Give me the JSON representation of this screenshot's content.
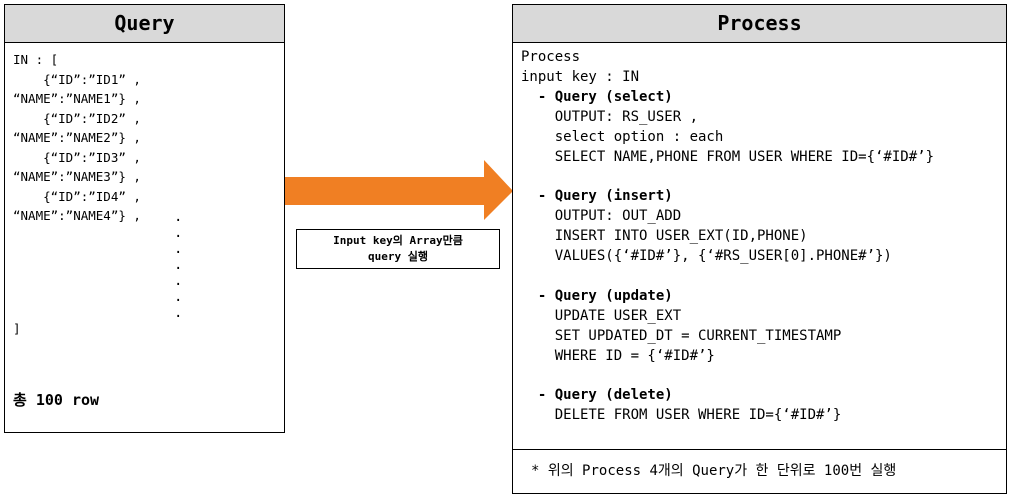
{
  "query_panel": {
    "title": "Query",
    "lines": [
      "IN : [",
      "    {“ID”:”ID1” ,",
      "“NAME”:”NAME1”} ,",
      "    {“ID”:”ID2” ,",
      "“NAME”:”NAME2”} ,",
      "    {“ID”:”ID3” ,",
      "“NAME”:”NAME3”} ,",
      "    {“ID”:”ID4” ,",
      "“NAME”:”NAME4”} ,"
    ],
    "close": "]",
    "total": "총 100 row"
  },
  "arrow": {
    "color": "#f07f23",
    "label_line1": "Input key의 Array만큼",
    "label_line2": "query 실행"
  },
  "process_panel": {
    "title": "Process",
    "body": [
      {
        "text": "Process",
        "bold": false
      },
      {
        "text": "input key : IN",
        "bold": false
      },
      {
        "text": "  - Query (select)",
        "bold": true
      },
      {
        "text": "    OUTPUT: RS_USER ,",
        "bold": false
      },
      {
        "text": "    select option : each",
        "bold": false
      },
      {
        "text": "    SELECT NAME,PHONE FROM USER WHERE ID={‘#ID#’}",
        "bold": false
      },
      {
        "text": "",
        "bold": false
      },
      {
        "text": "  - Query (insert)",
        "bold": true
      },
      {
        "text": "    OUTPUT: OUT_ADD",
        "bold": false
      },
      {
        "text": "    INSERT INTO USER_EXT(ID,PHONE)",
        "bold": false
      },
      {
        "text": "    VALUES({‘#ID#’}, {‘#RS_USER[0].PHONE#’})",
        "bold": false
      },
      {
        "text": "",
        "bold": false
      },
      {
        "text": "  - Query (update)",
        "bold": true
      },
      {
        "text": "    UPDATE USER_EXT",
        "bold": false
      },
      {
        "text": "    SET UPDATED_DT = CURRENT_TIMESTAMP",
        "bold": false
      },
      {
        "text": "    WHERE ID = {‘#ID#’}",
        "bold": false
      },
      {
        "text": "",
        "bold": false
      },
      {
        "text": "  - Query (delete)",
        "bold": true
      },
      {
        "text": "    DELETE FROM USER WHERE ID={‘#ID#’}",
        "bold": false
      }
    ],
    "footnote": "* 위의 Process 4개의 Query가 한 단위로 100번 실행"
  }
}
